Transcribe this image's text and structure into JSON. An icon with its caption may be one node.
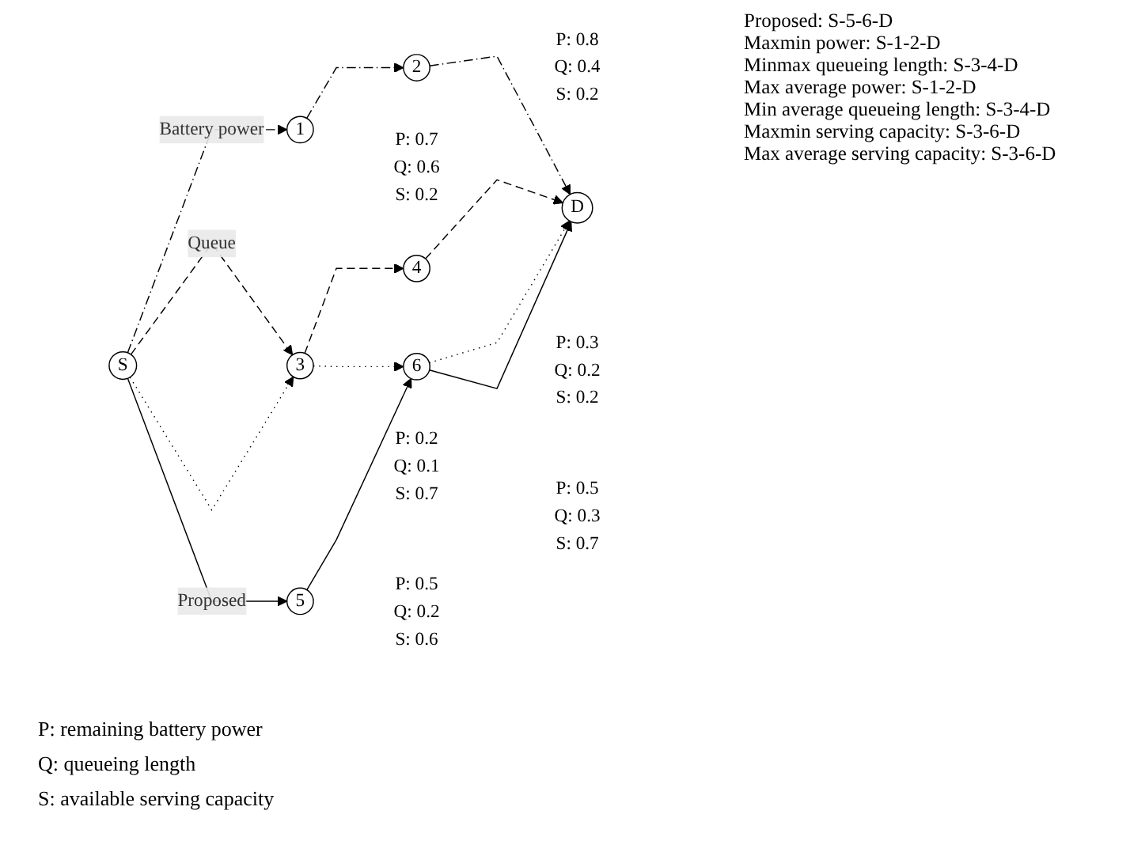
{
  "diagram": {
    "nodes": [
      {
        "text": [
          "S"
        ]
      },
      {
        "text": [
          "1"
        ],
        "beside": [
          "P: 0.7",
          "Q: 0.6",
          "S: 0.2"
        ]
      },
      {
        "text": [
          "2"
        ],
        "beside": [
          "P: 0.8",
          "Q: 0.4",
          "S: 0.2"
        ]
      },
      {
        "text": [
          "3"
        ],
        "beside": [
          "P: 0.2",
          "Q: 0.1",
          "S: 0.7"
        ]
      },
      {
        "text": [
          "4"
        ],
        "beside": [
          "P: 0.3",
          "Q: 0.2",
          "S: 0.2"
        ]
      },
      {
        "text": [
          "5"
        ],
        "beside": [
          "P: 0.5",
          "Q: 0.2",
          "S: 0.6"
        ]
      },
      {
        "text": [
          "6"
        ],
        "beside": [
          "P: 0.5",
          "Q: 0.3",
          "S: 0.7"
        ]
      },
      {
        "text": [
          "D"
        ]
      }
    ],
    "edges": [
      {
        "from": 0,
        "to": 1,
        "arrow": "to",
        "style": "dashed",
        "label": "Battery power"
      },
      {
        "from": 1,
        "to": 2,
        "arrow": "to",
        "style": "dashed"
      },
      {
        "from": 2,
        "to": 7,
        "arrow": "to",
        "style": "dashed"
      },
      {
        "from": 0,
        "to": 3,
        "arrow": "to",
        "style": "dashed",
        "label": "Queue"
      },
      {
        "from": 0,
        "to": 3,
        "arrow": "to",
        "style": "dashed"
      },
      {
        "from": 3,
        "to": 4,
        "arrow": "to",
        "style": "dashed"
      },
      {
        "from": 4,
        "to": 7,
        "arrow": "to",
        "style": "dashed"
      },
      {
        "from": 3,
        "to": 6,
        "arrow": "to",
        "style": "dashed"
      },
      {
        "from": 6,
        "to": 7,
        "arrow": "to",
        "style": "dashed"
      },
      {
        "from": 0,
        "to": 5,
        "arrow": "to",
        "label": "Proposed"
      },
      {
        "from": 5,
        "to": 6,
        "arrow": "to"
      },
      {
        "from": 6,
        "to": 7,
        "arrow": "to"
      }
    ],
    "labels": [
      "Proposed: S-5-6-D",
      "Maxmin power: S-1-2-D",
      "Minmax queueing length: S-3-4-D",
      "Max average power: S-1-2-D",
      "Min average queueing length: S-3-4-D",
      "Maxmin serving capacity: S-3-6-D",
      "Max average serving capacity: S-3-6-D",
      "P: remaining battery power",
      "Q: queueing length",
      "S: available serving capacity"
    ]
  }
}
